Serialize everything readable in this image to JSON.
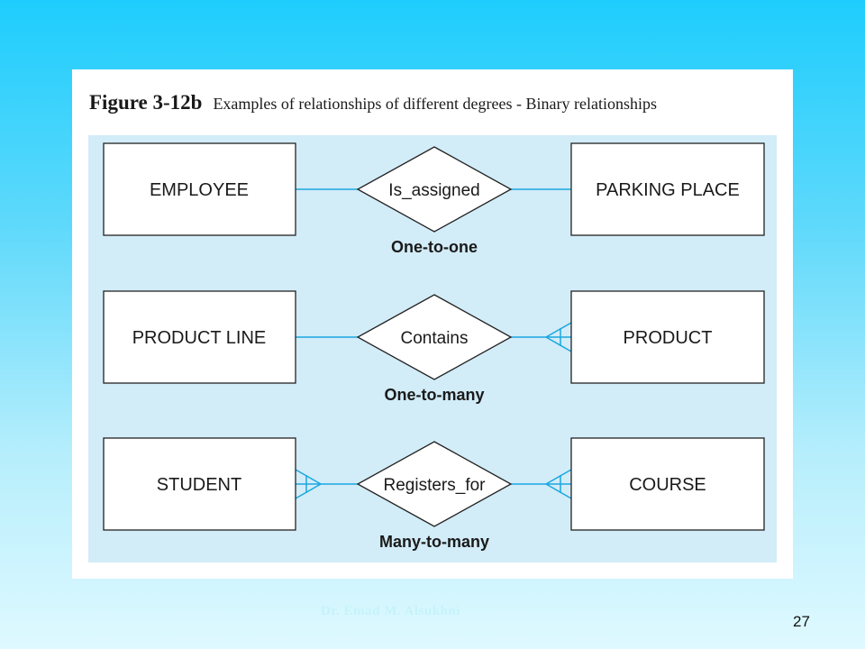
{
  "figure": {
    "number": "Figure 3-12b",
    "caption": "Examples of relationships of different degrees - Binary relationships"
  },
  "relationships": [
    {
      "left_entity": "EMPLOYEE",
      "relationship": "Is_assigned",
      "right_entity": "PARKING PLACE",
      "cardinality": "One-to-one"
    },
    {
      "left_entity": "PRODUCT LINE",
      "relationship": "Contains",
      "right_entity": "PRODUCT",
      "cardinality": "One-to-many"
    },
    {
      "left_entity": "STUDENT",
      "relationship": "Registers_for",
      "right_entity": "COURSE",
      "cardinality": "Many-to-many"
    }
  ],
  "footer": {
    "author": "Dr. Emad M. Alsukhni",
    "slide_number": "27"
  },
  "colors": {
    "connector": "#1aa7df",
    "diagram_background": "#d2ecf8"
  }
}
